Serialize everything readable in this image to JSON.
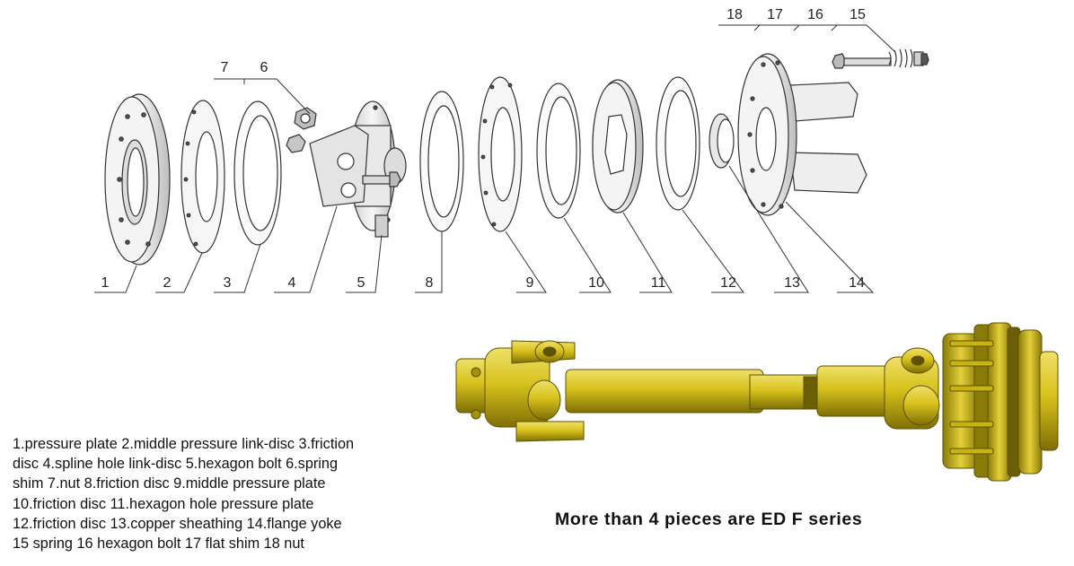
{
  "callouts": {
    "n1": "1",
    "n2": "2",
    "n3": "3",
    "n4": "4",
    "n5": "5",
    "n6": "6",
    "n7": "7",
    "n8": "8",
    "n9": "9",
    "n10": "10",
    "n11": "11",
    "n12": "12",
    "n13": "13",
    "n14": "14",
    "n15": "15",
    "n16": "16",
    "n17": "17",
    "n18": "18"
  },
  "legend": {
    "lines": [
      "1.pressure plate  2.middle pressure link-disc  3.friction",
      "disc   4.spline hole link-disc  5.hexagon bolt  6.spring",
      "shim  7.nut   8.friction disc   9.middle pressure plate",
      "10.friction  disc   11.hexagon  hole  pressure  plate",
      "12.friction disc   13.copper sheathing  14.flange yoke",
      "15 spring  16 hexagon bolt  17 flat shim  18 nut"
    ]
  },
  "tagline": "More than 4 pieces are ED F series",
  "colors": {
    "shaft_yellow": "#d8c21c",
    "shaft_shadow": "#8a7a08",
    "line": "#333333"
  }
}
